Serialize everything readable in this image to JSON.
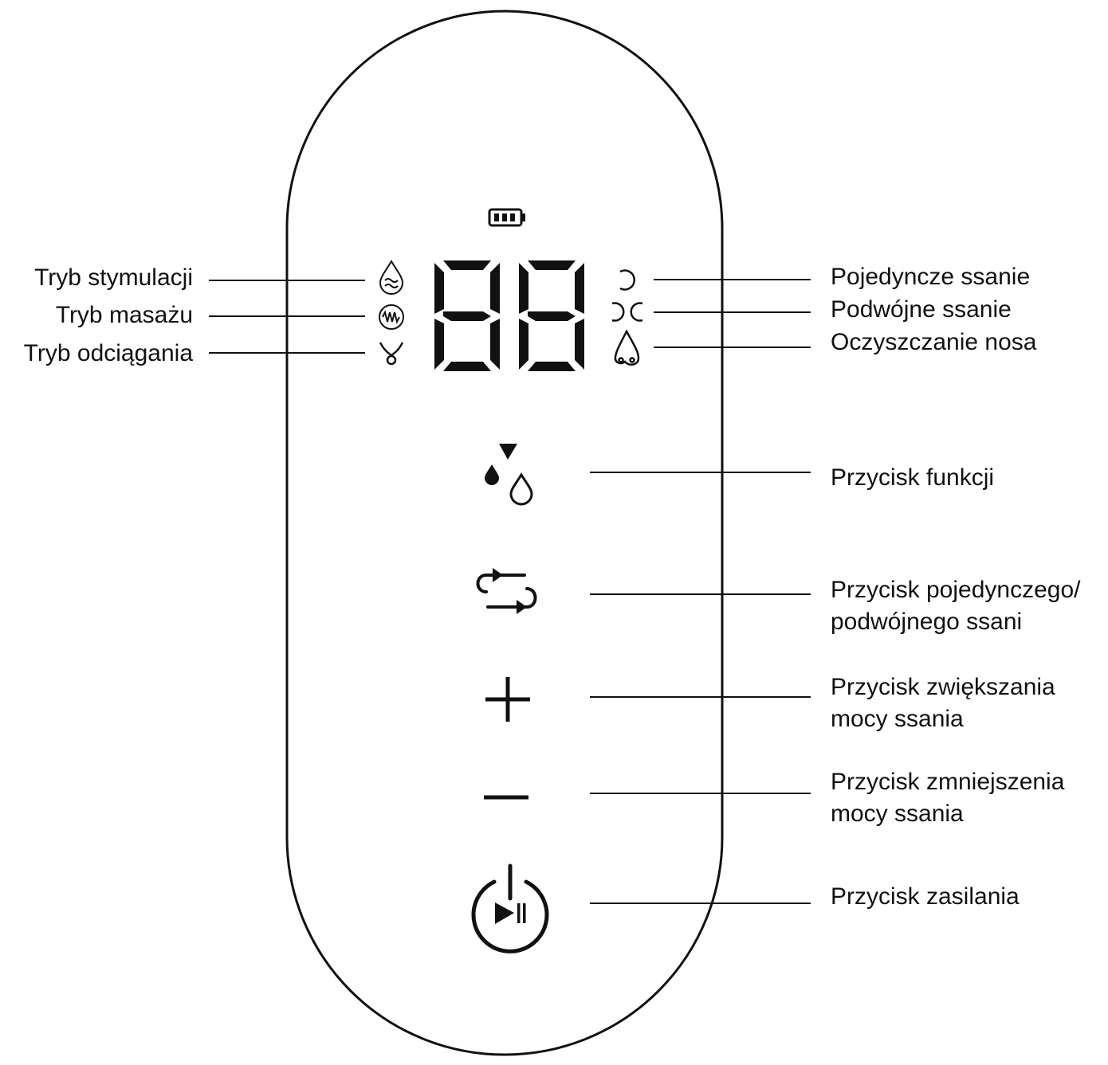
{
  "diagram": {
    "display": {
      "digits": "88",
      "battery": "battery-icon"
    },
    "left_labels": [
      {
        "text": "Tryb stymulacji",
        "icon": "stimulation-drop-icon"
      },
      {
        "text": "Tryb masażu",
        "icon": "massage-wave-icon"
      },
      {
        "text": "Tryb odciągania",
        "icon": "expression-funnel-icon"
      }
    ],
    "right_indicators": [
      {
        "text": "Pojedyncze ssanie",
        "icon": "single-suction-icon"
      },
      {
        "text": "Podwójne ssanie",
        "icon": "double-suction-icon"
      },
      {
        "text": "Oczyszczanie nosa",
        "icon": "nose-icon"
      }
    ],
    "buttons": [
      {
        "lines": [
          "Przycisk funkcji"
        ],
        "icon": "function-drops-icon"
      },
      {
        "lines": [
          "Przycisk pojedynczego/",
          "podwójnego ssani"
        ],
        "icon": "cycle-arrows-icon"
      },
      {
        "lines": [
          "Przycisk zwiększania",
          "mocy ssania"
        ],
        "icon": "plus-icon"
      },
      {
        "lines": [
          "Przycisk zmniejszenia",
          "mocy ssania"
        ],
        "icon": "minus-icon"
      },
      {
        "lines": [
          "Przycisk zasilania"
        ],
        "icon": "power-play-pause-icon"
      }
    ]
  }
}
